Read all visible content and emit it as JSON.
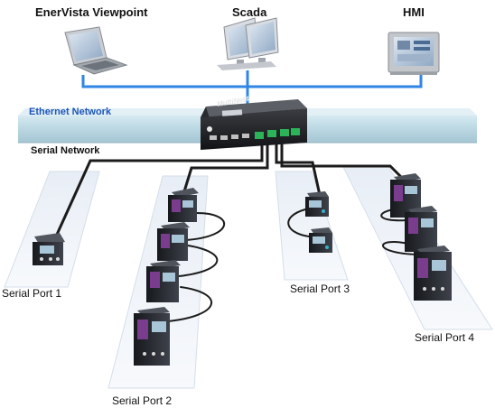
{
  "labels": {
    "enervista": "EnerVista Viewpoint",
    "scada": "Scada",
    "hmi": "HMI",
    "ethernet": "Ethernet Network",
    "serial": "Serial Network",
    "port1": "Serial Port 1",
    "port2": "Serial Port 2",
    "port3": "Serial Port 3",
    "port4": "Serial Port 4"
  },
  "device": {
    "brand": "MultiNet4"
  },
  "colors": {
    "ethernet_line": "#2f86e6",
    "serial_band": "#bfdbe6",
    "cable": "#1b1b1b",
    "relay_body": "#2a2d33",
    "relay_panel": "#3a3f4a",
    "relay_accent": "#7a3d8e"
  }
}
